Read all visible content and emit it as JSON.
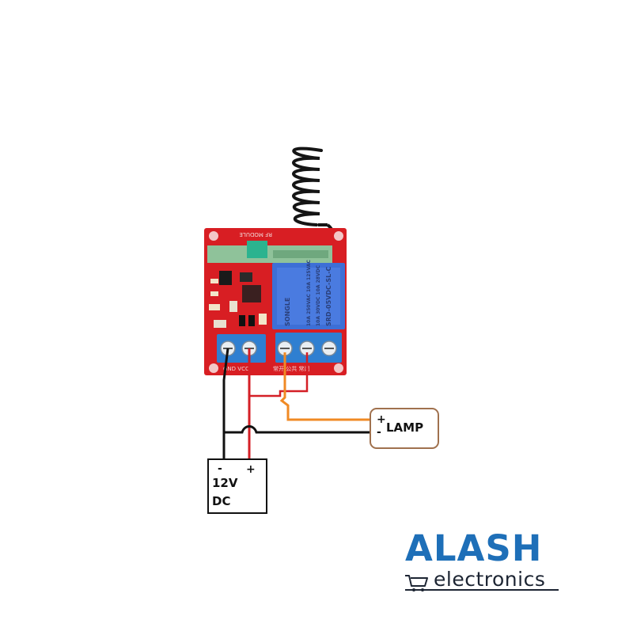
{
  "board": {
    "module_text": "RF MODULE",
    "relay_brand": "SONGLE",
    "relay_model": "SRD-05VDC-SL-C",
    "relay_rating_1": "10A 250VAC  10A 125VAC",
    "relay_rating_2": "10A 30VDC  10A 28VDC",
    "terminal_label_left": "GND VCC",
    "terminal_label_right": "常开  公共  常闭"
  },
  "lamp": {
    "label": "LAMP",
    "plus": "+",
    "minus": "-"
  },
  "power_supply": {
    "label_line1": "12V",
    "label_line2": "DC",
    "plus": "+",
    "minus": "-"
  },
  "brand": {
    "name": "ALASH",
    "sub": "electronics",
    "color": "#1e6fb8"
  },
  "colors": {
    "board_red": "#d81e23",
    "wire_red": "#d41f26",
    "wire_orange": "#f08a24",
    "wire_black": "#111111",
    "terminal_blue": "#2f7fd1",
    "relay_blue": "#3d6fd6",
    "lamp_border": "#a0714e"
  },
  "icons": [
    "antenna-coil-icon",
    "cart-icon"
  ]
}
